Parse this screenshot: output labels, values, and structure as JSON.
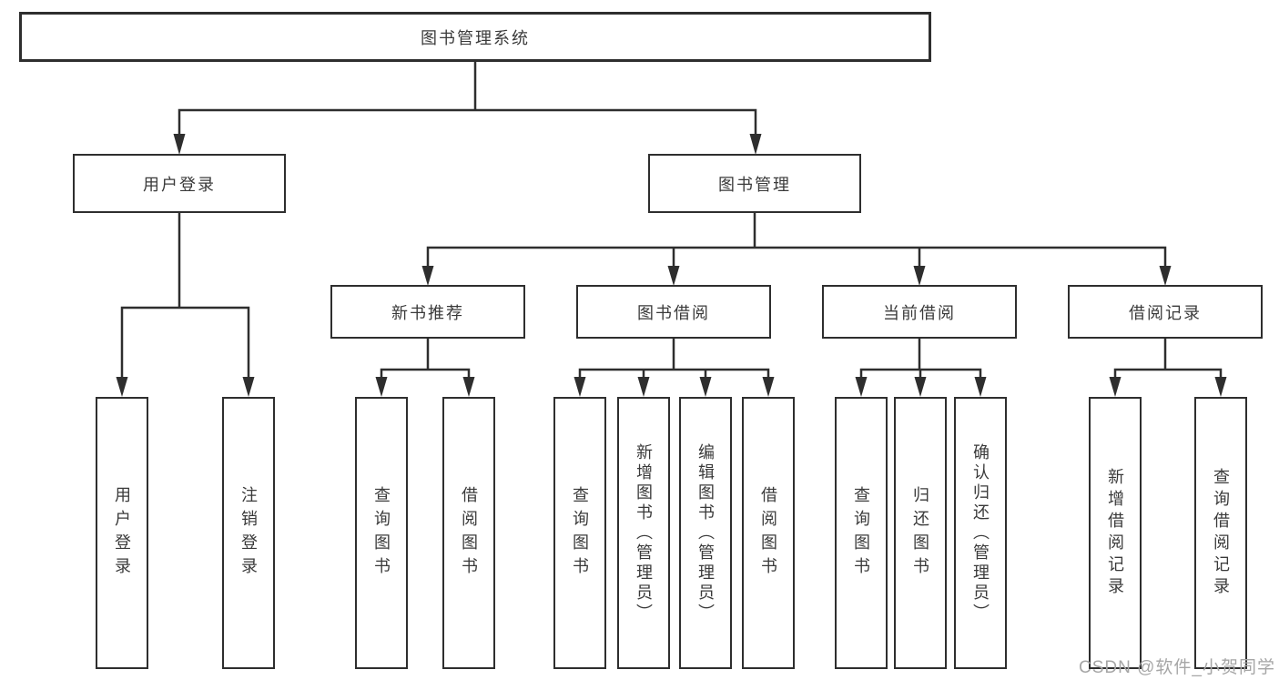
{
  "diagram": {
    "root_label": "图书管理系统",
    "level2": {
      "user_login": "用户登录",
      "book_management": "图书管理"
    },
    "level3": {
      "new_book_recommend": "新书推荐",
      "book_borrow": "图书借阅",
      "current_borrow": "当前借阅",
      "borrow_records": "借阅记录"
    },
    "leaves": {
      "user_login": [
        "用户登录",
        "注销登录"
      ],
      "new_book_recommend": [
        "查询图书",
        "借阅图书"
      ],
      "book_borrow": [
        "查询图书",
        "新增图书（管理员）",
        "编辑图书（管理员）",
        "借阅图书"
      ],
      "current_borrow": [
        "查询图书",
        "归还图书",
        "确认归还（管理员）"
      ],
      "borrow_records": [
        "新增借阅记录",
        "查询借阅记录"
      ]
    }
  },
  "watermark": "CSDN @软件_小贺同学",
  "colors": {
    "line": "#2e2e2e",
    "text": "#3a3a3a",
    "watermark": "#a6a6a6",
    "background": "#ffffff"
  }
}
